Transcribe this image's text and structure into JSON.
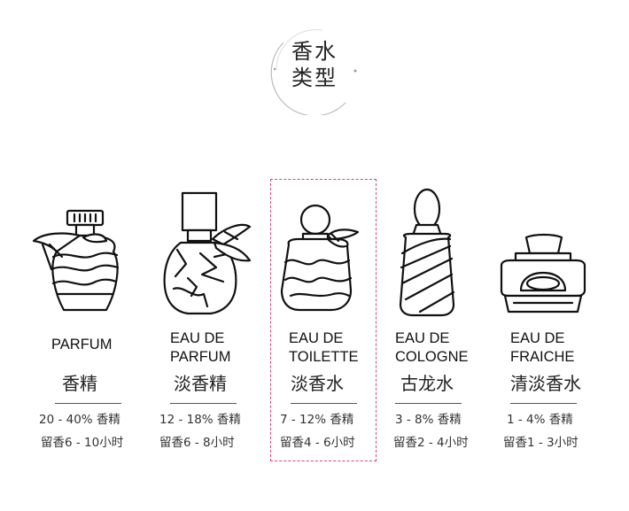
{
  "header": {
    "line1": "香水",
    "line2": "类型"
  },
  "types": [
    {
      "name_lines": [
        "PARFUM"
      ],
      "cn": "香精",
      "concentration": "20 - 40% 香精",
      "duration": "留香6 - 10小时",
      "icon": "parfum-bottle-icon"
    },
    {
      "name_lines": [
        "EAU DE",
        "PARFUM"
      ],
      "cn": "淡香精",
      "concentration": "12 - 18% 香精",
      "duration": "留香6 - 8小时",
      "icon": "eau-de-parfum-bottle-icon"
    },
    {
      "name_lines": [
        "EAU DE",
        "TOILETTE"
      ],
      "cn": "淡香水",
      "concentration": "7 - 12% 香精",
      "duration": "留香4 - 6小时",
      "icon": "eau-de-toilette-bottle-icon",
      "highlighted": true
    },
    {
      "name_lines": [
        "EAU DE",
        "COLOGNE"
      ],
      "cn": "古龙水",
      "concentration": "3 - 8% 香精",
      "duration": "留香2 - 4小时",
      "icon": "eau-de-cologne-bottle-icon"
    },
    {
      "name_lines": [
        "EAU DE",
        "FRAICHE"
      ],
      "cn": "清淡香水",
      "concentration": "1 - 4% 香精",
      "duration": "留香1 - 3小时",
      "icon": "eau-de-fraiche-bottle-icon"
    }
  ],
  "colors": {
    "highlight_border": "#e0407a",
    "text": "#222222"
  }
}
